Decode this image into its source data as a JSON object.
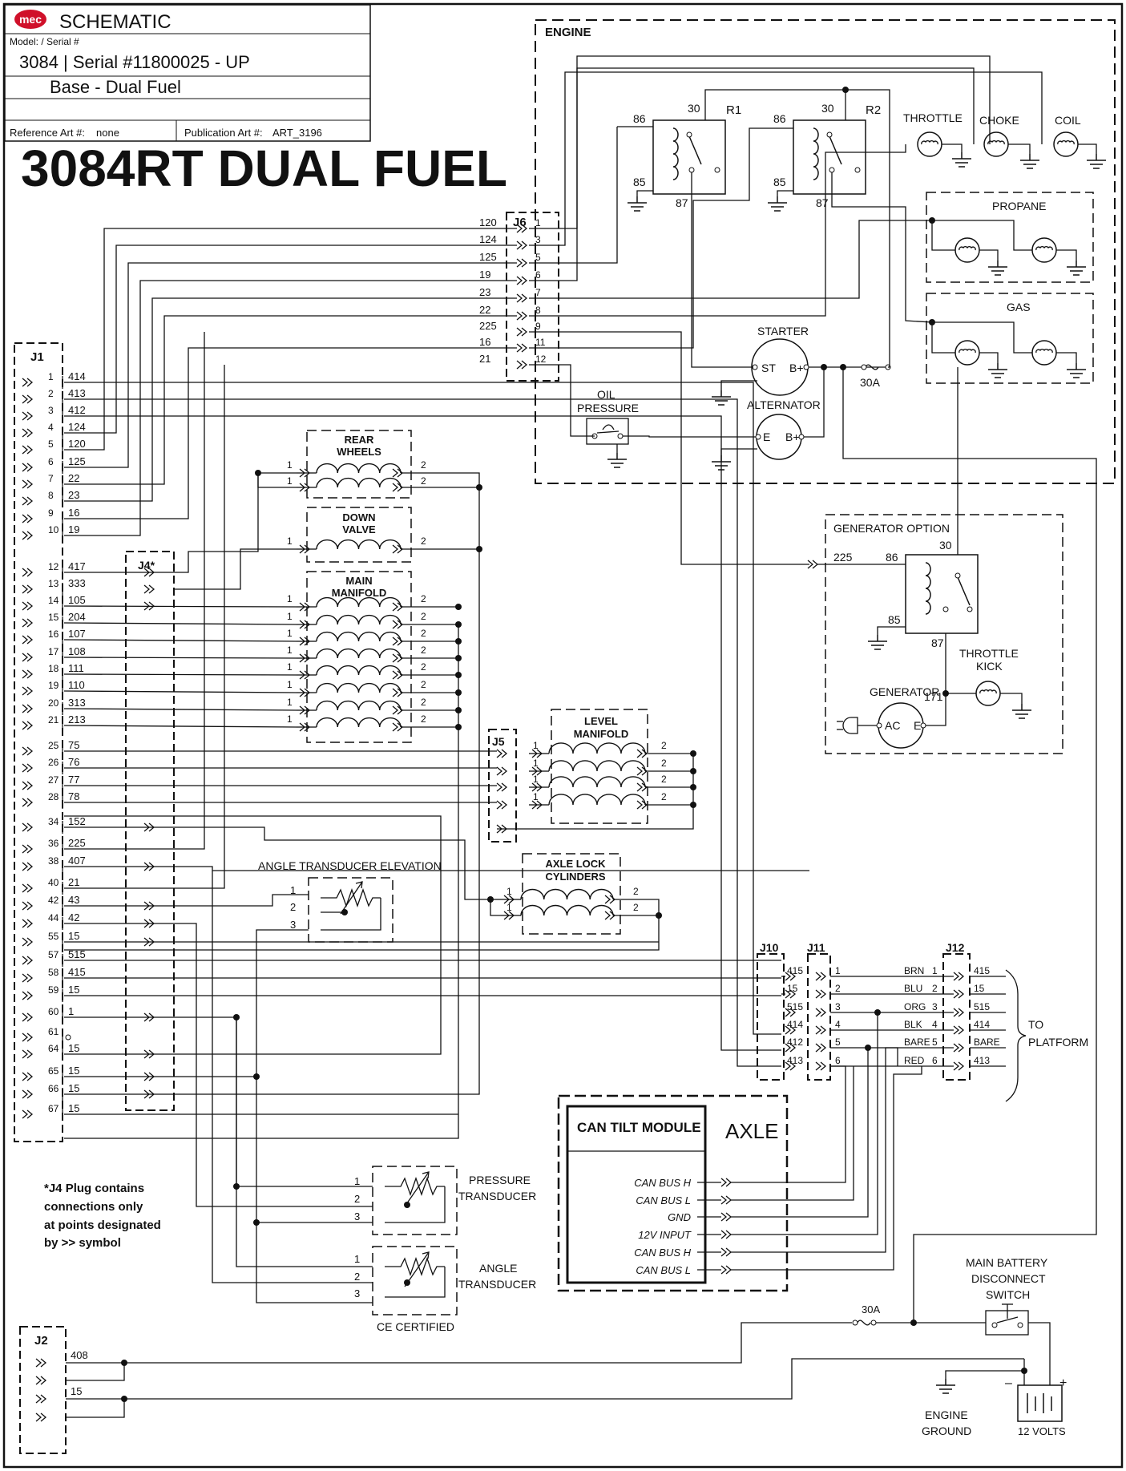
{
  "header": {
    "logo_text": "mec",
    "doc_type": "SCHEMATIC",
    "model_label": "Model: / Serial #",
    "model_value": "3084 | Serial #11800025 - UP",
    "config": "Base - Dual Fuel",
    "ref_label": "Reference Art #:",
    "ref_value": "none",
    "pub_label": "Publication Art #:",
    "pub_value": "ART_3196",
    "title": "3084RT DUAL FUEL"
  },
  "engine": {
    "title": "ENGINE",
    "relays": [
      {
        "name": "R1",
        "p30": "30",
        "p86": "86",
        "p85": "85",
        "p87": "87"
      },
      {
        "name": "R2",
        "p30": "30",
        "p86": "86",
        "p85": "85",
        "p87": "87"
      }
    ],
    "loads": [
      "THROTTLE",
      "CHOKE",
      "COIL"
    ],
    "propane": "PROPANE",
    "gas": "GAS",
    "starter": "STARTER",
    "starter_st": "ST",
    "starter_bplus": "B+",
    "fuse": "30A",
    "alternator": "ALTERNATOR",
    "alt_e": "E",
    "alt_bplus": "B+",
    "oil_pressure": [
      "OIL",
      "PRESSURE"
    ]
  },
  "j6": {
    "label": "J6",
    "rows": [
      {
        "wire": "120",
        "pin": "1"
      },
      {
        "wire": "124",
        "pin": "3"
      },
      {
        "wire": "125",
        "pin": "5"
      },
      {
        "wire": "19",
        "pin": "6"
      },
      {
        "wire": "23",
        "pin": "7"
      },
      {
        "wire": "22",
        "pin": "8"
      },
      {
        "wire": "225",
        "pin": "9"
      },
      {
        "wire": "16",
        "pin": "11"
      },
      {
        "wire": "21",
        "pin": "12"
      }
    ]
  },
  "j1": {
    "label": "J1",
    "rows": [
      {
        "pin": "1",
        "wire": "414"
      },
      {
        "pin": "2",
        "wire": "413"
      },
      {
        "pin": "3",
        "wire": "412"
      },
      {
        "pin": "4",
        "wire": "124"
      },
      {
        "pin": "5",
        "wire": "120"
      },
      {
        "pin": "6",
        "wire": "125"
      },
      {
        "pin": "7",
        "wire": "22"
      },
      {
        "pin": "8",
        "wire": "23"
      },
      {
        "pin": "9",
        "wire": "16"
      },
      {
        "pin": "10",
        "wire": "19"
      },
      {
        "pin": "12",
        "wire": "417"
      },
      {
        "pin": "13",
        "wire": "333"
      },
      {
        "pin": "14",
        "wire": "105"
      },
      {
        "pin": "15",
        "wire": "204"
      },
      {
        "pin": "16",
        "wire": "107"
      },
      {
        "pin": "17",
        "wire": "108"
      },
      {
        "pin": "18",
        "wire": "111"
      },
      {
        "pin": "19",
        "wire": "110"
      },
      {
        "pin": "20",
        "wire": "313"
      },
      {
        "pin": "21",
        "wire": "213"
      },
      {
        "pin": "25",
        "wire": "75"
      },
      {
        "pin": "26",
        "wire": "76"
      },
      {
        "pin": "27",
        "wire": "77"
      },
      {
        "pin": "28",
        "wire": "78"
      },
      {
        "pin": "34",
        "wire": "152"
      },
      {
        "pin": "36",
        "wire": "225"
      },
      {
        "pin": "38",
        "wire": "407"
      },
      {
        "pin": "40",
        "wire": "21"
      },
      {
        "pin": "42",
        "wire": "43"
      },
      {
        "pin": "44",
        "wire": "42"
      },
      {
        "pin": "55",
        "wire": "15"
      },
      {
        "pin": "57",
        "wire": "515"
      },
      {
        "pin": "58",
        "wire": "415"
      },
      {
        "pin": "59",
        "wire": "15"
      },
      {
        "pin": "60",
        "wire": "1"
      },
      {
        "pin": "61",
        "wire": ""
      },
      {
        "pin": "64",
        "wire": "15"
      },
      {
        "pin": "65",
        "wire": "15"
      },
      {
        "pin": "66",
        "wire": "15"
      },
      {
        "pin": "67",
        "wire": "15"
      }
    ]
  },
  "j4": {
    "label": "J4*"
  },
  "j5": {
    "label": "J5"
  },
  "components": {
    "rear_wheels": [
      "REAR",
      "WHEELS"
    ],
    "down_valve": [
      "DOWN",
      "VALVE"
    ],
    "main_manifold": [
      "MAIN",
      "MANIFOLD"
    ],
    "level_manifold": [
      "LEVEL",
      "MANIFOLD"
    ],
    "axle_lock": [
      "AXLE LOCK",
      "CYLINDERS"
    ],
    "angle_elev": "ANGLE TRANSDUCER ELEVATION",
    "pressure_trans": [
      "PRESSURE",
      "TRANSDUCER"
    ],
    "angle_trans": [
      "ANGLE",
      "TRANSDUCER"
    ],
    "ce_certified": "CE CERTIFIED",
    "pin1": "1",
    "pin2": "2",
    "pin3": "3"
  },
  "generator": {
    "title": "GENERATOR OPTION",
    "wire": "225",
    "p86": "86",
    "p30": "30",
    "p85": "85",
    "p87": "87",
    "w171": "171",
    "throttle_kick": [
      "THROTTLE",
      "KICK"
    ],
    "generator": "GENERATOR",
    "ac": "AC",
    "e": "E"
  },
  "platform": {
    "j10": "J10",
    "j11": "J11",
    "j12": "J12",
    "j10_wires": [
      "415",
      "15",
      "515",
      "414",
      "412",
      "413"
    ],
    "j11_pins": [
      "1",
      "2",
      "3",
      "4",
      "5",
      "6"
    ],
    "j12_rows": [
      {
        "color": "BRN",
        "pin": "1",
        "wire": "415"
      },
      {
        "color": "BLU",
        "pin": "2",
        "wire": "15"
      },
      {
        "color": "ORG",
        "pin": "3",
        "wire": "515"
      },
      {
        "color": "BLK",
        "pin": "4",
        "wire": "414"
      },
      {
        "color": "BARE",
        "pin": "5",
        "wire": "BARE"
      },
      {
        "color": "RED",
        "pin": "6",
        "wire": "413"
      }
    ],
    "to_platform": [
      "TO",
      "PLATFORM"
    ]
  },
  "can_module": {
    "title": "CAN TILT MODULE",
    "axle": "AXLE",
    "signals": [
      "CAN BUS H",
      "CAN BUS L",
      "GND",
      "12V INPUT",
      "CAN BUS H",
      "CAN BUS L"
    ]
  },
  "note": [
    "*J4 Plug contains",
    "connections only",
    "at points designated",
    "by  >>  symbol"
  ],
  "power": {
    "j2": "J2",
    "w408": "408",
    "w15": "15",
    "fuse": "30A",
    "switch": [
      "MAIN BATTERY",
      "DISCONNECT",
      "SWITCH"
    ],
    "ground": [
      "ENGINE",
      "GROUND"
    ],
    "battery": "12 VOLTS",
    "minus": "–",
    "plus": "+"
  }
}
